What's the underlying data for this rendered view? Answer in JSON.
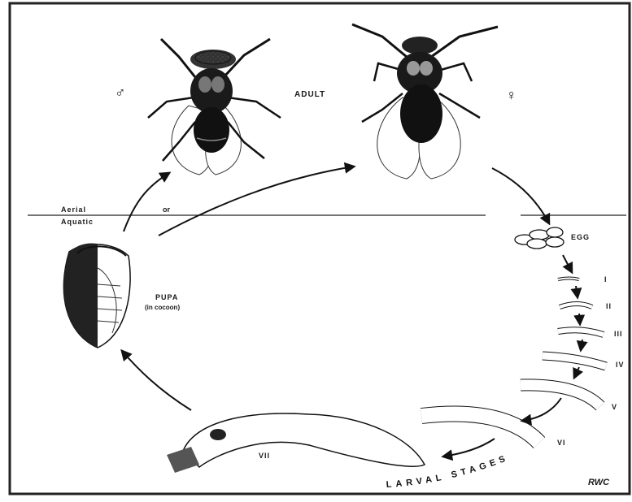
{
  "labels": {
    "adult": "ADULT",
    "male_symbol": "♂",
    "female_symbol": "♀",
    "aerial": "Aerial",
    "aquatic": "Aquatic",
    "or": "or",
    "egg": "EGG",
    "pupa": "PUPA",
    "pupa_note": "(in cocoon)",
    "larval_stages": "LARVAL STAGES",
    "signature": "RWC"
  },
  "instars": [
    "I",
    "II",
    "III",
    "IV",
    "V",
    "VI",
    "VII"
  ],
  "colors": {
    "ink": "#111111",
    "background": "#ffffff",
    "frame": "#222222"
  }
}
